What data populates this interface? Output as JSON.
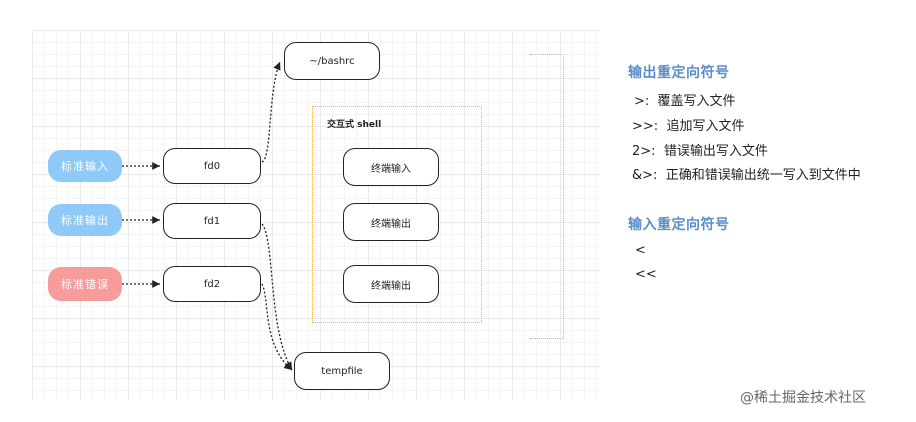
{
  "diagram": {
    "inputs": [
      {
        "label": "标准输入",
        "color": "#8fc9f7"
      },
      {
        "label": "标准输出",
        "color": "#8fc9f7"
      },
      {
        "label": "标准错误",
        "color": "#f79b9b"
      }
    ],
    "fds": [
      "fd0",
      "fd1",
      "fd2"
    ],
    "bashrc": "~/bashrc",
    "shell": {
      "title": "交互式 shell",
      "terminals": [
        "终端输入",
        "终端输出",
        "终端输出"
      ]
    },
    "tempfile": "tempfile"
  },
  "output_section": {
    "title": "输出重定向符号",
    "lines": [
      {
        "symbol": ">:",
        "text": "覆盖写入文件"
      },
      {
        "symbol": ">>:",
        "text": "追加写入文件"
      },
      {
        "symbol": "2>:",
        "text": "错误输出写入文件"
      },
      {
        "symbol": "&>:",
        "text": "正确和错误输出统一写入到文件中"
      }
    ]
  },
  "input_section": {
    "title": "输入重定向符号",
    "lines": [
      "<",
      "<<"
    ]
  },
  "footer": "@稀土掘金技术社区",
  "colors": {
    "accent_title": "#5b8dc9",
    "frame_dotted": "#f0b24a"
  }
}
